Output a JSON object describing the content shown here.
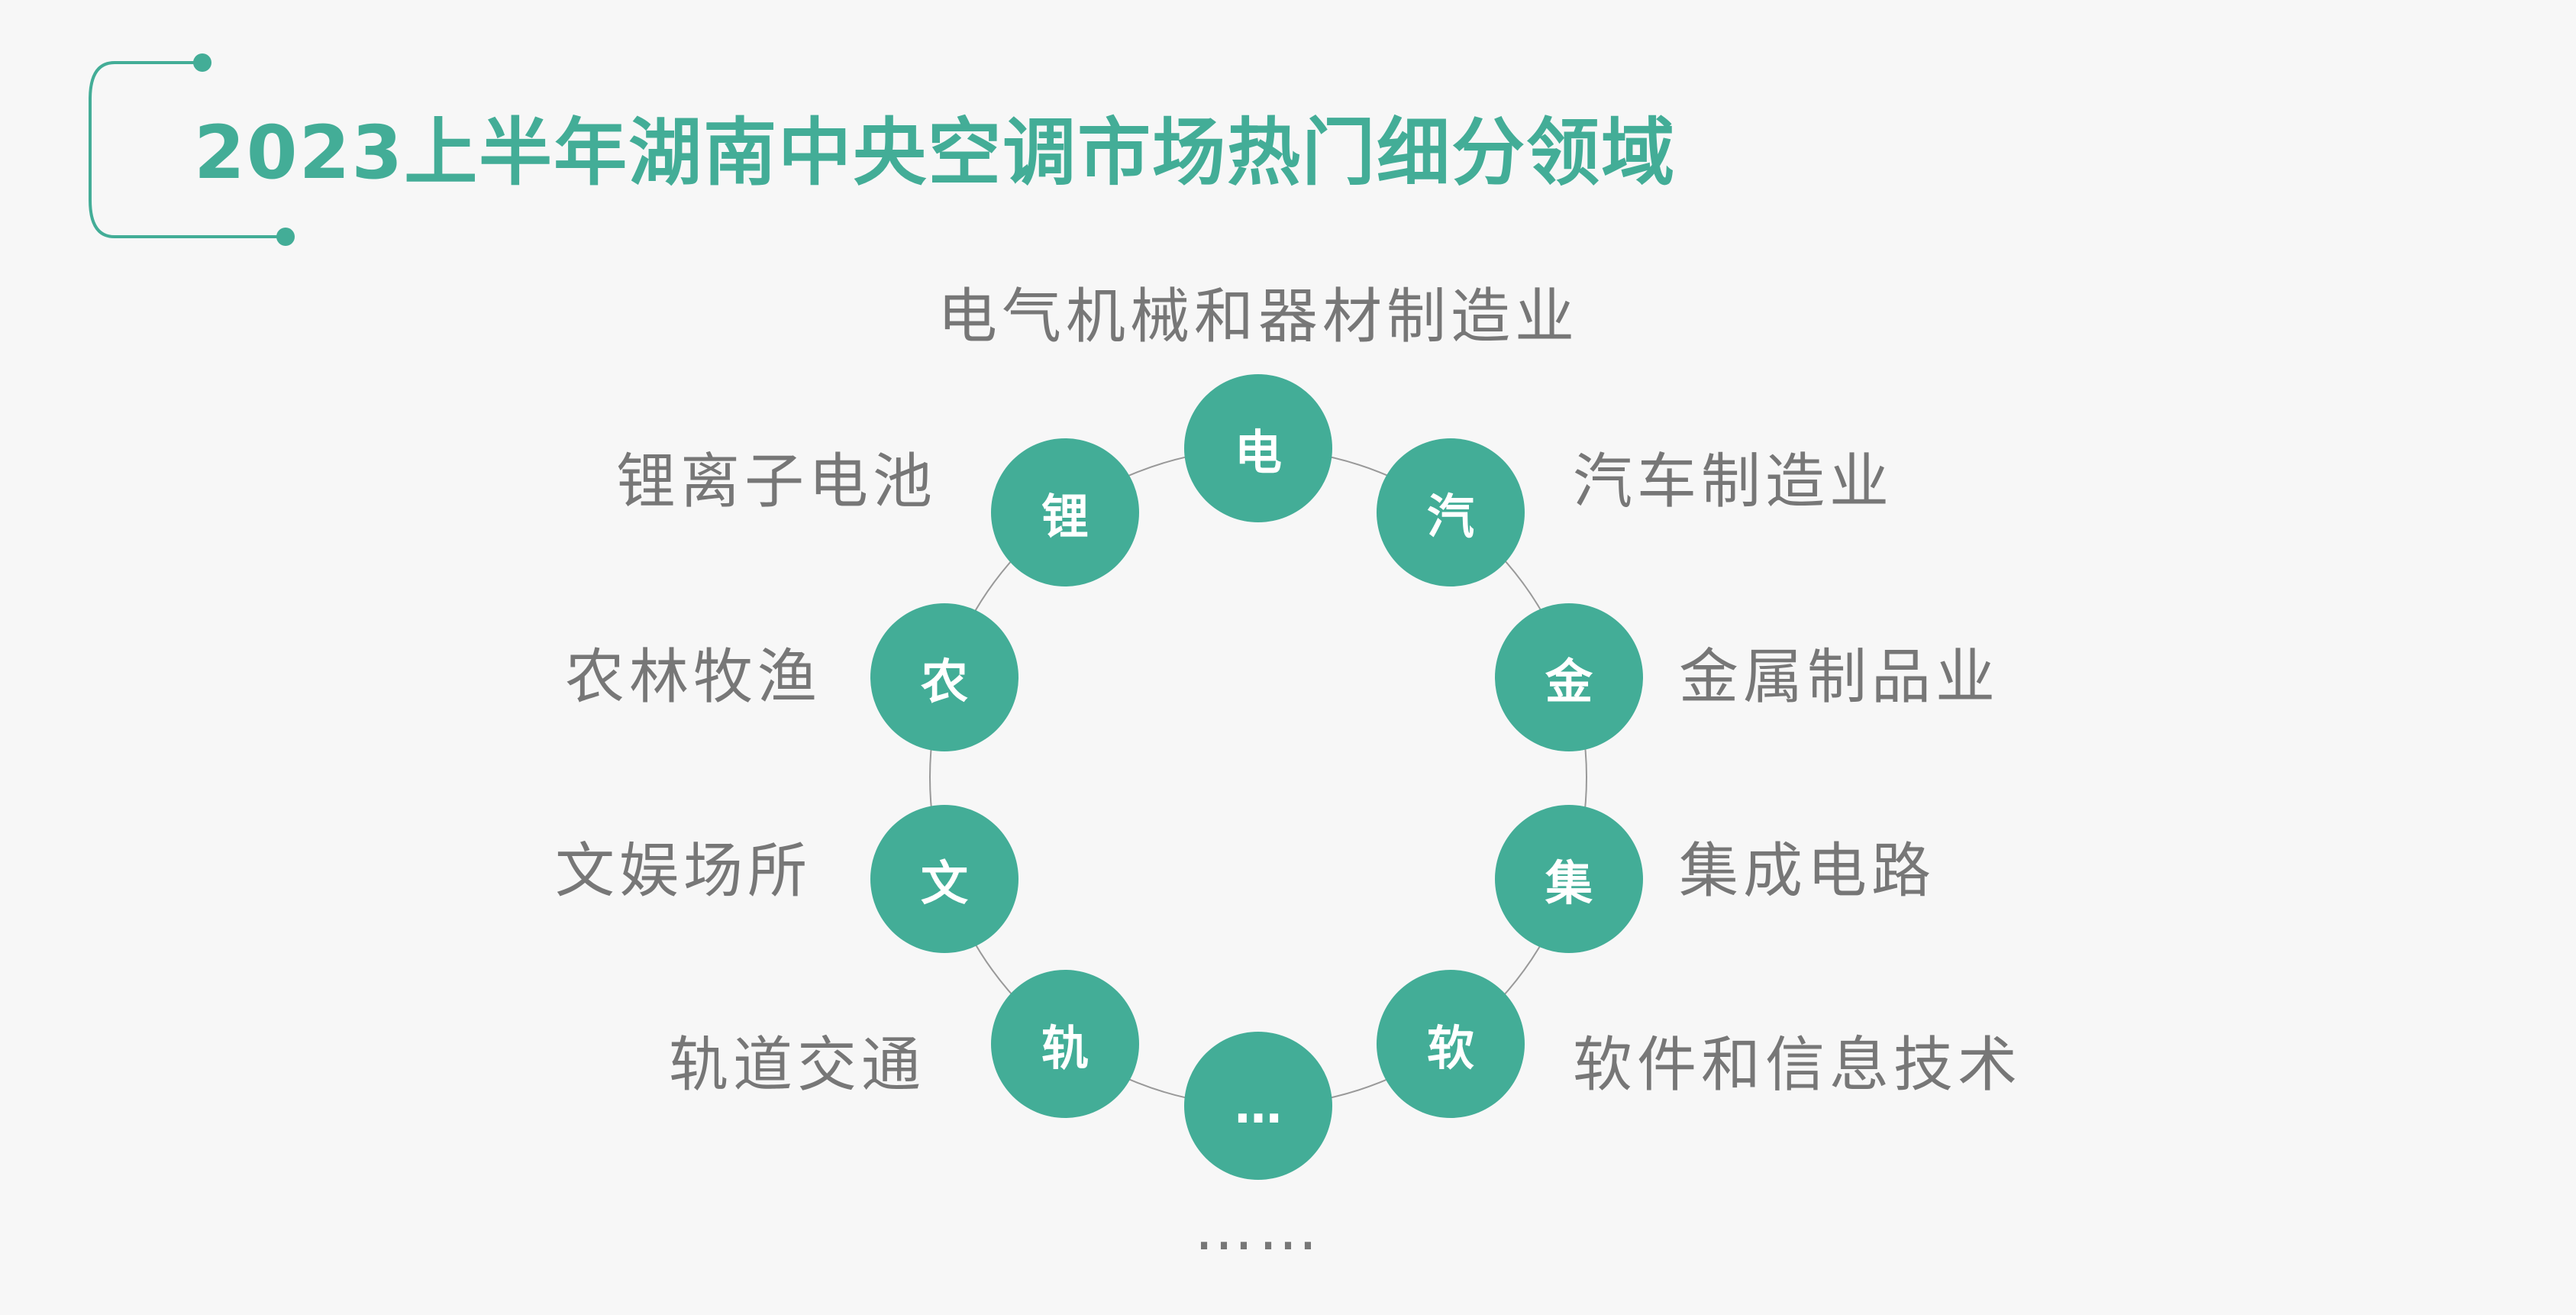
{
  "title": "2023上半年湖南中央空调市场热门细分领域",
  "accent_color": "#43ad97",
  "nodes": [
    {
      "char": "电",
      "label": "电气机械和器材制造业"
    },
    {
      "char": "汽",
      "label": "汽车制造业"
    },
    {
      "char": "金",
      "label": "金属制品业"
    },
    {
      "char": "集",
      "label": "集成电路"
    },
    {
      "char": "软",
      "label": "软件和信息技术"
    },
    {
      "char": "…",
      "label": "……"
    },
    {
      "char": "轨",
      "label": "轨道交通"
    },
    {
      "char": "文",
      "label": "文娱场所"
    },
    {
      "char": "农",
      "label": "农林牧渔"
    },
    {
      "char": "锂",
      "label": "锂离子电池"
    }
  ]
}
